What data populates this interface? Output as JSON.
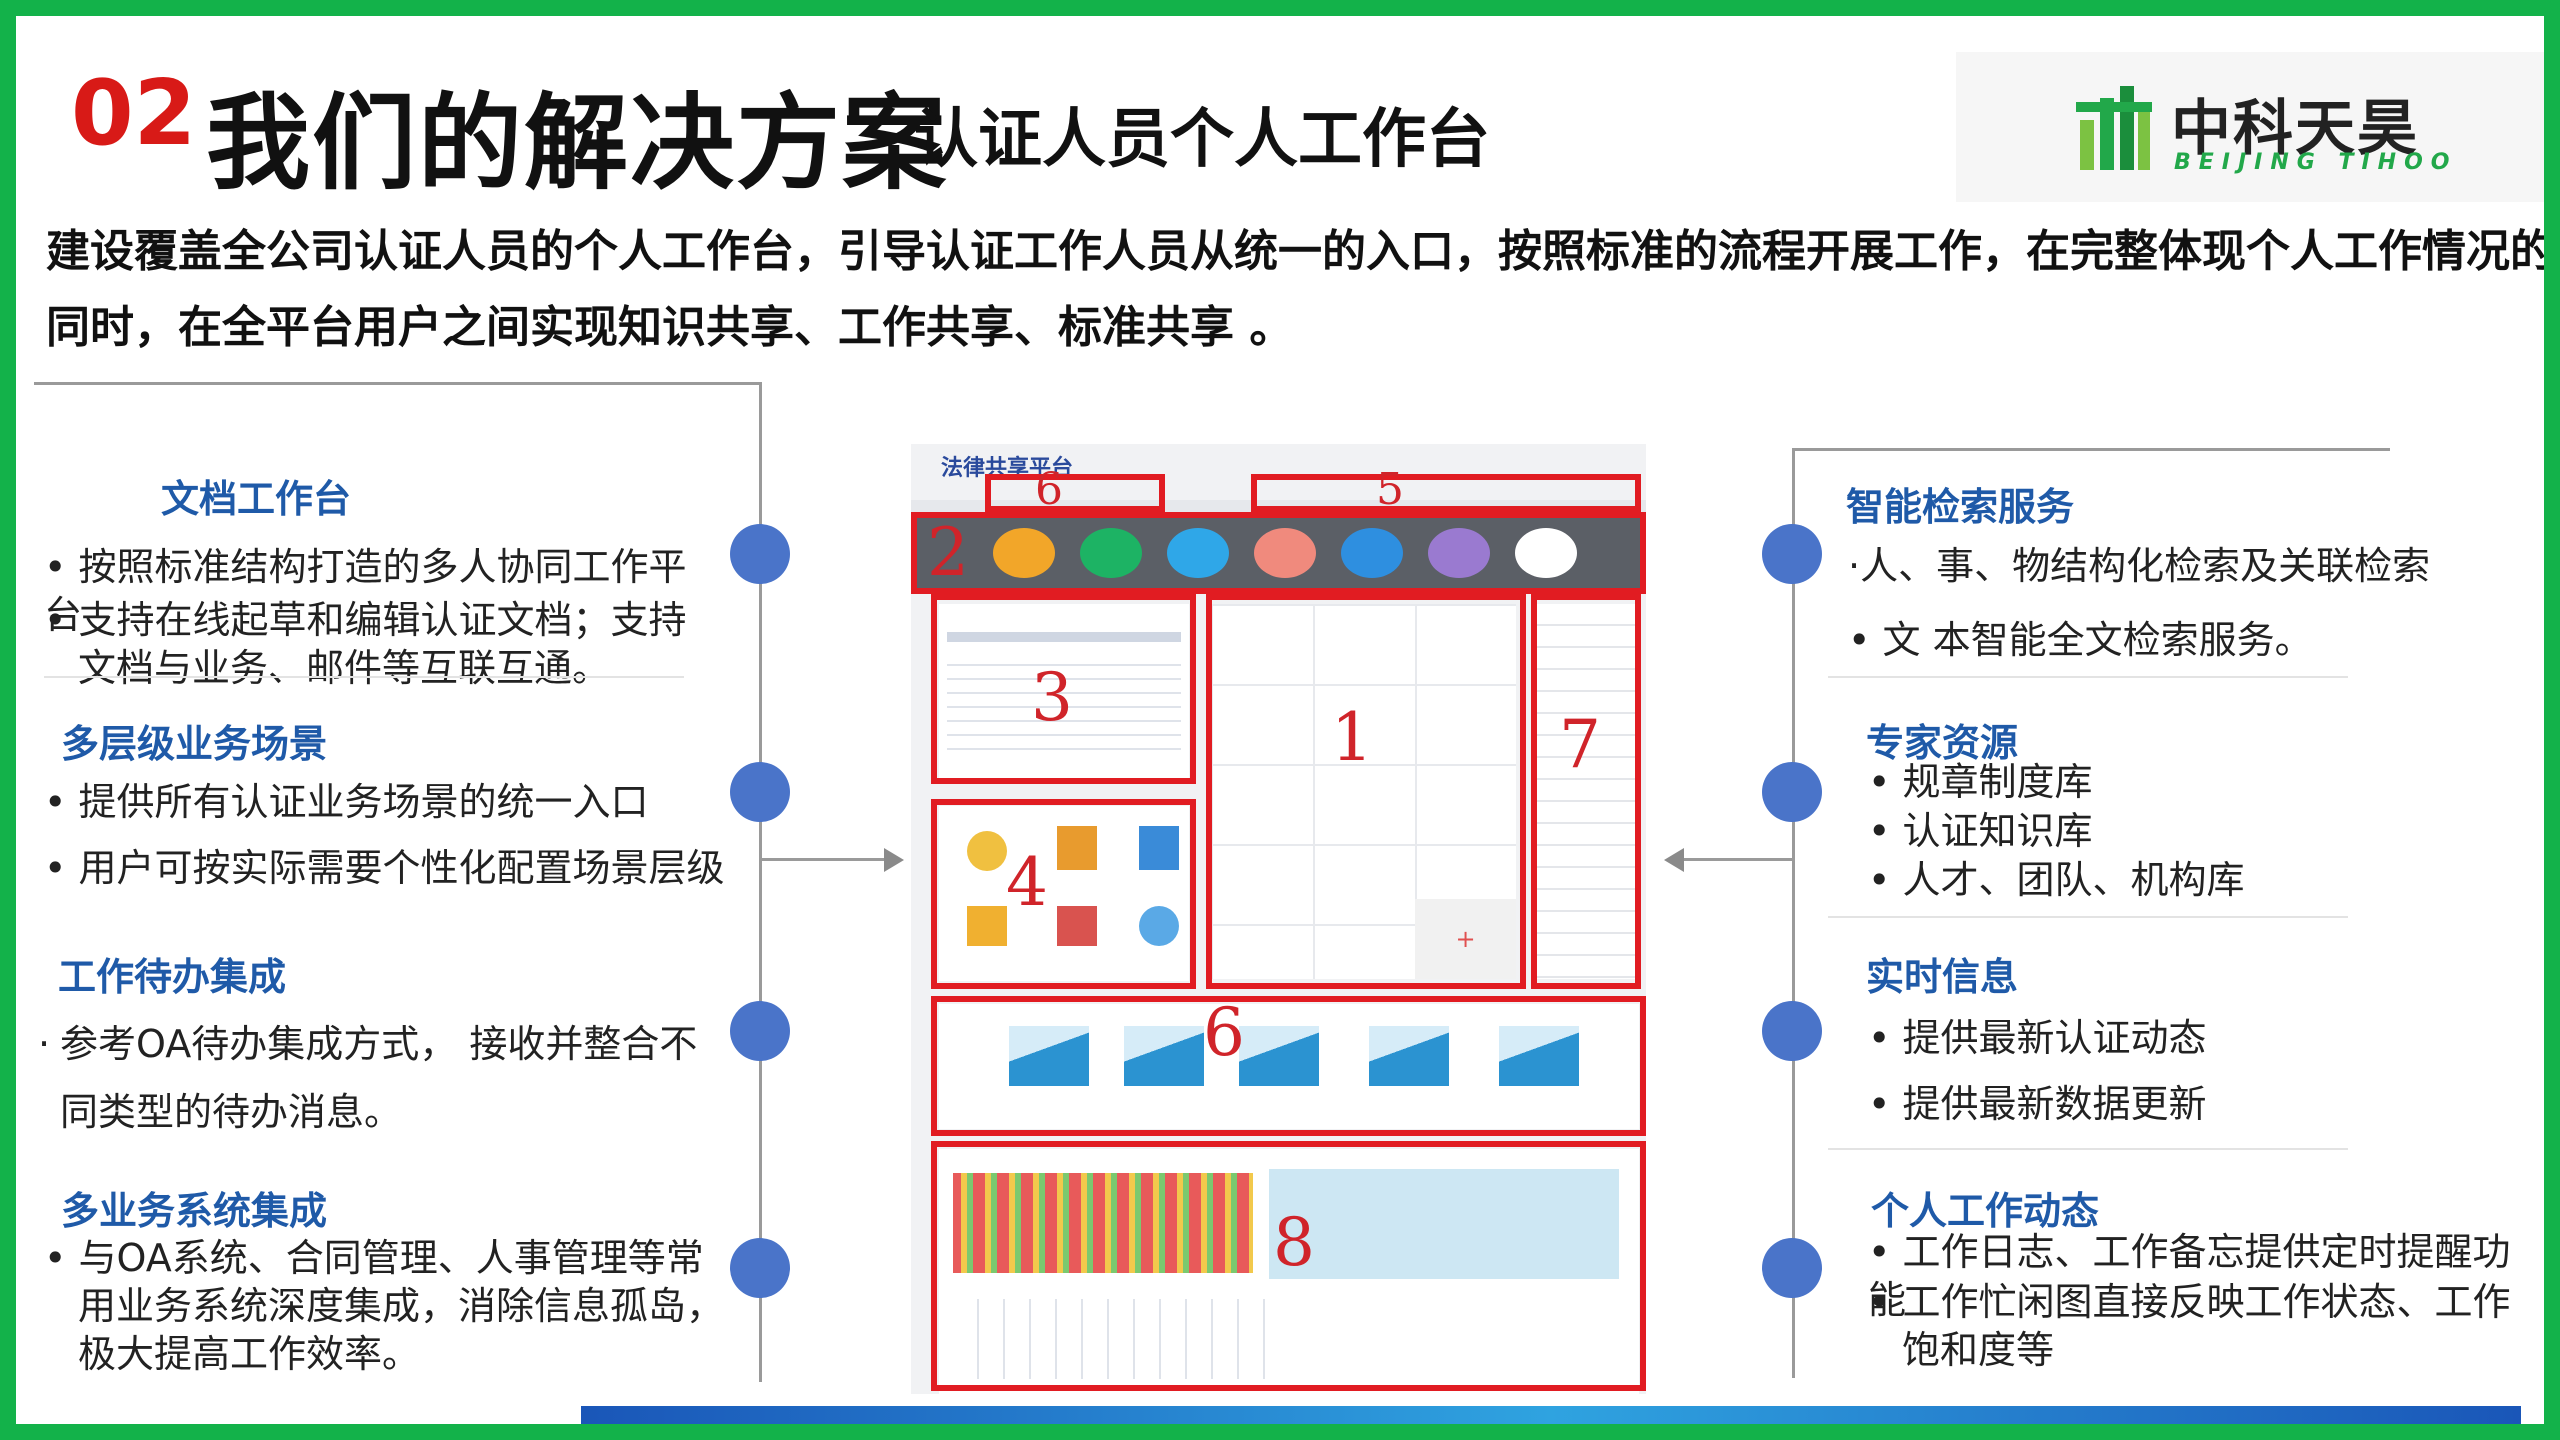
{
  "header": {
    "number": "02",
    "title": "我们的解决方案",
    "subtitle": "认证人员个人工作台"
  },
  "logo": {
    "name_cn": "中科天昊",
    "name_en": "BEIJING  TIHOO",
    "brand_color": "#22a84a"
  },
  "intro": "建设覆盖全公司认证人员的个人工作台，引导认证工作人员从统一的入口，按照标准的流程开展工作，在完整体现个人工作情况的同时，在全平台用户之间实现知识共享、工作共享、标准共享 。",
  "left_sections": [
    {
      "title": "文档工作台",
      "items": [
        "按照标准结构打造的多人协同工作平台",
        "支持在线起草和编辑认证文档；支持文档与业务、邮件等互联互通。"
      ]
    },
    {
      "title": "多层级业务场景",
      "items": [
        "提供所有认证业务场景的统一入口",
        "用户可按实际需要个性化配置场景层级"
      ]
    },
    {
      "title": "工作待办集成",
      "items": [
        "参考OA待办集成方式， 接收并整合不同类型的待办消息。"
      ]
    },
    {
      "title": "多业务系统集成",
      "items": [
        "与OA系统、合同管理、人事管理等常用业务系统深度集成，消除信息孤岛，极大提高工作效率。"
      ]
    }
  ],
  "right_sections": [
    {
      "title": "智能检索服务",
      "items": [
        "人、事、物结构化检索及关联检索",
        "文 本智能全文检索服务。"
      ]
    },
    {
      "title": "专家资源",
      "items": [
        "规章制度库",
        "认证知识库",
        "人才、团队、机构库"
      ]
    },
    {
      "title": "实时信息",
      "items": [
        "提供最新认证动态",
        "提供最新数据更新"
      ]
    },
    {
      "title": "个人工作动态",
      "items": [
        "工作日志、工作备忘提供定时提醒功能",
        "工作忙闲图直接反映工作状态、工作饱和度等"
      ]
    }
  ],
  "screenshot": {
    "app_title": "法律共享平台",
    "region_labels": [
      "1",
      "2",
      "3",
      "4",
      "5",
      "6",
      "6",
      "7",
      "8"
    ]
  },
  "colors": {
    "frame": "#13b24a",
    "title_number": "#d81a17",
    "section_title": "#1f5aa8",
    "dot": "#4a74c9",
    "region_box": "#e11c22"
  }
}
